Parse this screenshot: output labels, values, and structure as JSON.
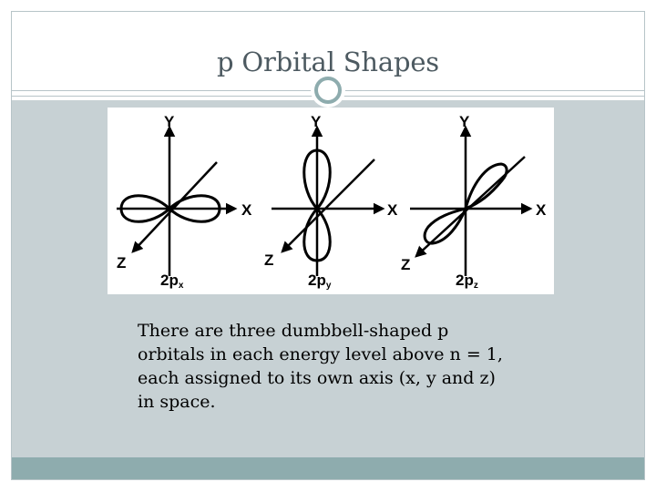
{
  "slide": {
    "title": "p Orbital Shapes",
    "body_lines": [
      "There are three dumbbell-shaped p",
      "orbitals in each energy level above n = 1,",
      "each assigned to its own axis (x, y and z)",
      "in space."
    ]
  },
  "diagram": {
    "panels": [
      {
        "y_label": "Y",
        "x_label": "X",
        "z_label": "Z",
        "orbital_main": "2p",
        "orbital_sub": "x"
      },
      {
        "y_label": "Y",
        "x_label": "X",
        "z_label": "Z",
        "orbital_main": "2p",
        "orbital_sub": "y"
      },
      {
        "y_label": "Y",
        "x_label": "X",
        "z_label": "Z",
        "orbital_main": "2p",
        "orbital_sub": "z"
      }
    ]
  },
  "colors": {
    "title": "#4d5a61",
    "content_bg": "#c7d1d4",
    "accent": "#8eacae",
    "border": "#b7c4c8"
  }
}
